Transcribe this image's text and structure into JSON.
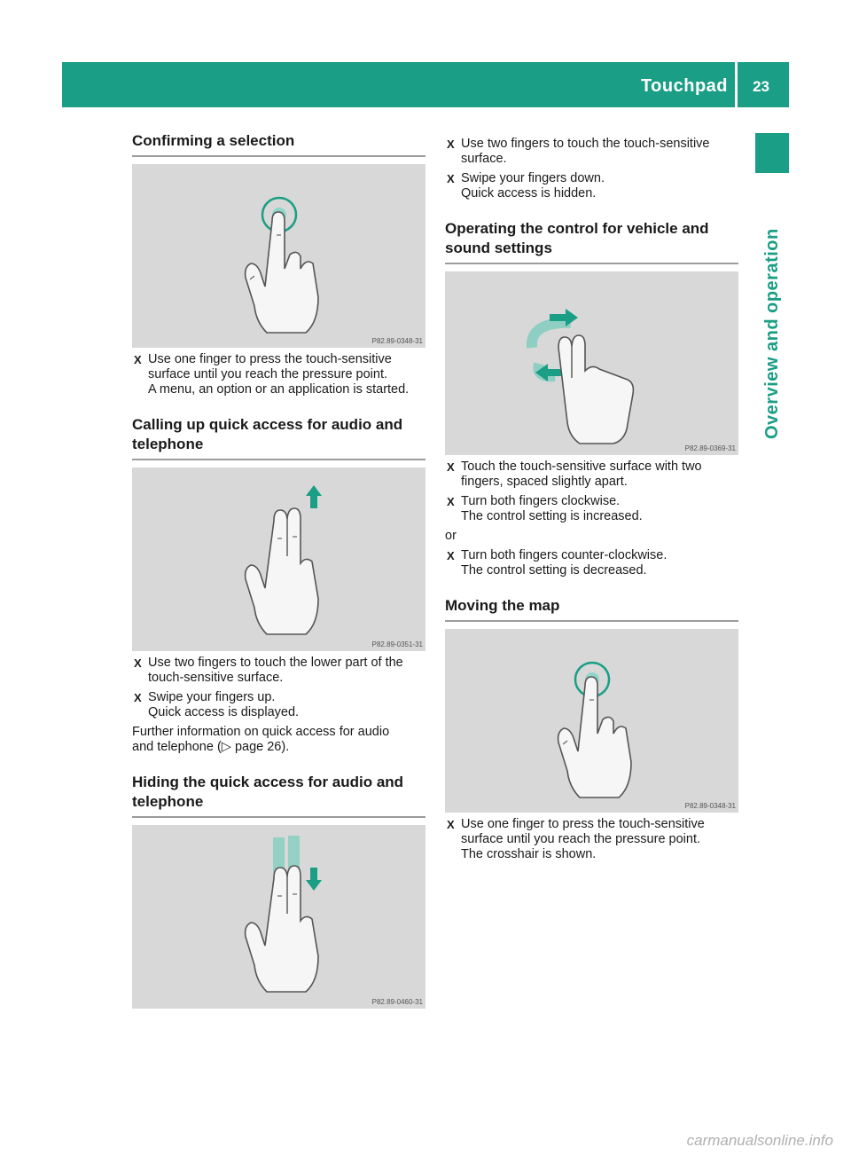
{
  "header": {
    "title": "Touchpad",
    "page_number": "23"
  },
  "side_label": "Overview and operation",
  "left": {
    "section1": {
      "heading": "Confirming a selection",
      "figure_code": "P82.89-0348-31",
      "steps": [
        {
          "lines": [
            "Use one finger to press the touch-sensitive",
            "surface until you reach the pressure point.",
            "A menu, an option or an application is started."
          ]
        }
      ]
    },
    "section2": {
      "heading_lines": [
        "Calling up quick access for audio and",
        "telephone"
      ],
      "figure_code": "P82.89-0351-31",
      "steps": [
        {
          "lines": [
            "Use two fingers to touch the lower part of the",
            "touch-sensitive surface."
          ]
        },
        {
          "lines": [
            "Swipe your fingers up.",
            "Quick access is displayed."
          ]
        }
      ],
      "further_lines": [
        "Further information on quick access for audio",
        "and telephone (▷ page 26)."
      ]
    },
    "section3": {
      "heading_lines": [
        "Hiding the quick access for audio and",
        "telephone"
      ],
      "figure_code": "P82.89-0460-31"
    }
  },
  "right": {
    "steps_top": [
      {
        "lines": [
          "Use two fingers to touch the touch-sensitive",
          "surface."
        ]
      },
      {
        "lines": [
          "Swipe your fingers down.",
          "Quick access is hidden."
        ]
      }
    ],
    "section4": {
      "heading_lines": [
        "Operating the control for vehicle and",
        "sound settings"
      ],
      "figure_code": "P82.89-0369-31",
      "steps": [
        {
          "lines": [
            "Touch the touch-sensitive surface with two",
            "fingers, spaced slightly apart."
          ]
        },
        {
          "lines": [
            "Turn both fingers clockwise.",
            "The control setting is increased."
          ]
        }
      ],
      "or_text": "or",
      "steps_after": [
        {
          "lines": [
            "Turn both fingers counter-clockwise.",
            "The control setting is decreased."
          ]
        }
      ]
    },
    "section5": {
      "heading": "Moving the map",
      "figure_code": "P82.89-0348-31",
      "steps": [
        {
          "lines": [
            "Use one finger to press the touch-sensitive",
            "surface until you reach the pressure point.",
            "The crosshair is shown."
          ]
        }
      ]
    }
  },
  "step_marker": "X",
  "watermark": "carmanualsonline.info",
  "colors": {
    "accent": "#1a9e85",
    "figure_bg": "#d8d8d8"
  }
}
